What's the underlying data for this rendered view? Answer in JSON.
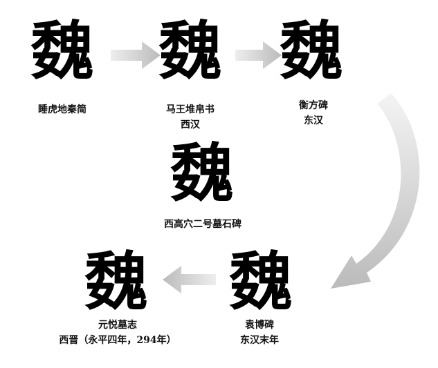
{
  "character": "魏",
  "stages": [
    {
      "name": "睡虎地秦简",
      "period": ""
    },
    {
      "name": "马王堆帛书",
      "period": "西汉"
    },
    {
      "name": "衡方碑",
      "period": "东汉"
    },
    {
      "name": "西高穴二号墓石碑",
      "period": ""
    },
    {
      "name": "袁博碑",
      "period": "东汉末年"
    },
    {
      "name": "元悦墓志",
      "period": "西晋（永平四年，294年）"
    }
  ],
  "arrow_color": "#c8c8c8"
}
